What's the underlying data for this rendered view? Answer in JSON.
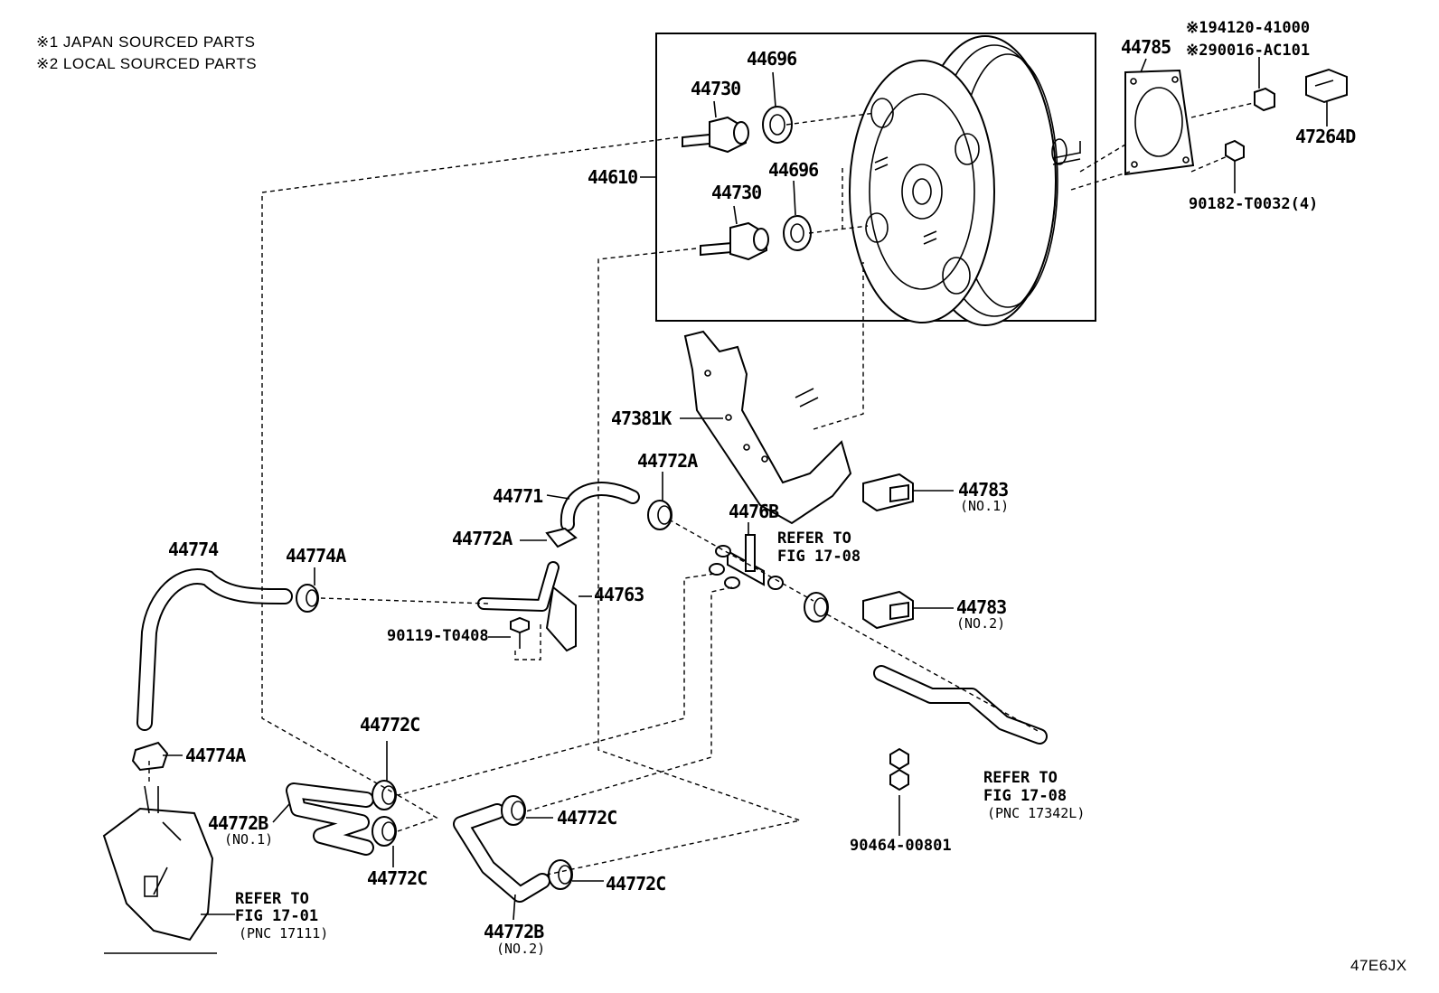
{
  "notes": {
    "japan": "※1 JAPAN SOURCED PARTS",
    "local": "※2 LOCAL SOURCED PARTS"
  },
  "code": "47E6JX",
  "labels": {
    "p44696_a": "44696",
    "p44730_a": "44730",
    "p44610": "44610",
    "p44696_b": "44696",
    "p44730_b": "44730",
    "p44785": "44785",
    "p194120": "※194120-41000",
    "p290016": "※290016-AC101",
    "p47264d": "47264D",
    "p90182": "90182-T0032(4)",
    "p47381k": "47381K",
    "p44771": "44771",
    "p44772a_a": "44772A",
    "p44772a_b": "44772A",
    "p4476b": "4476B",
    "p44783_1": "44783",
    "p44783_1_sub": "(NO.1)",
    "p44783_2": "44783",
    "p44783_2_sub": "(NO.2)",
    "ref1708_a_1": "REFER TO",
    "ref1708_a_2": "FIG 17-08",
    "p44774": "44774",
    "p44774a_a": "44774A",
    "p44763": "44763",
    "p90119": "90119-T0408",
    "p44774a_b": "44774A",
    "p44772c_a": "44772C",
    "p44772b_1": "44772B",
    "p44772b_1_sub": "(NO.1)",
    "p44772c_b": "44772C",
    "p44772c_c": "44772C",
    "p44772c_d": "44772C",
    "p44772b_2": "44772B",
    "p44772b_2_sub": "(NO.2)",
    "p90464": "90464-00801",
    "ref1708_b_1": "REFER TO",
    "ref1708_b_2": "FIG 17-08",
    "ref1708_b_3": "(PNC 17342L)",
    "ref1701_1": "REFER TO",
    "ref1701_2": "FIG 17-01",
    "ref1701_3": "(PNC 17111)"
  }
}
